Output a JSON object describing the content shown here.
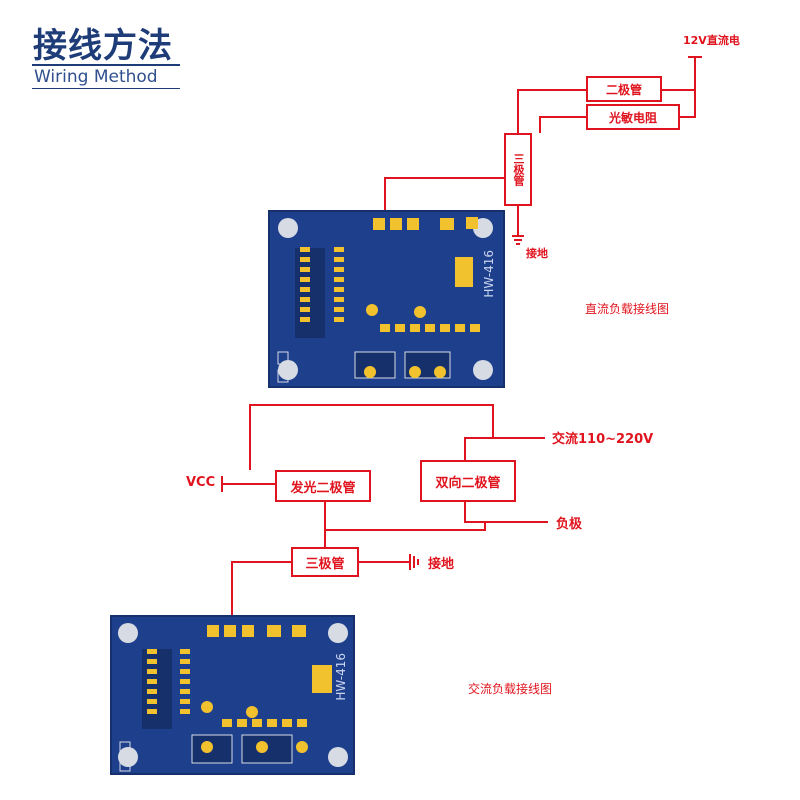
{
  "header": {
    "title_zh": "接线方法",
    "title_en": "Wiring Method"
  },
  "dc": {
    "supply": "12V直流电",
    "diode": "二极管",
    "photoresistor": "光敏电阻",
    "triode": "三极管",
    "ground": "接地",
    "caption": "直流负载接线图",
    "board_id": "HW-416"
  },
  "ac": {
    "supply": "交流110~220V",
    "vcc": "VCC",
    "led": "发光二极管",
    "triac": "双向二极管",
    "load": "负极",
    "triode": "三极管",
    "ground": "接地",
    "caption": "交流负载接线图",
    "board_id": "HW-416"
  },
  "colors": {
    "wire": "#e0141e",
    "title": "#1e3c78",
    "pcb": "#1d3f8c",
    "pad": "#f2c12e"
  }
}
